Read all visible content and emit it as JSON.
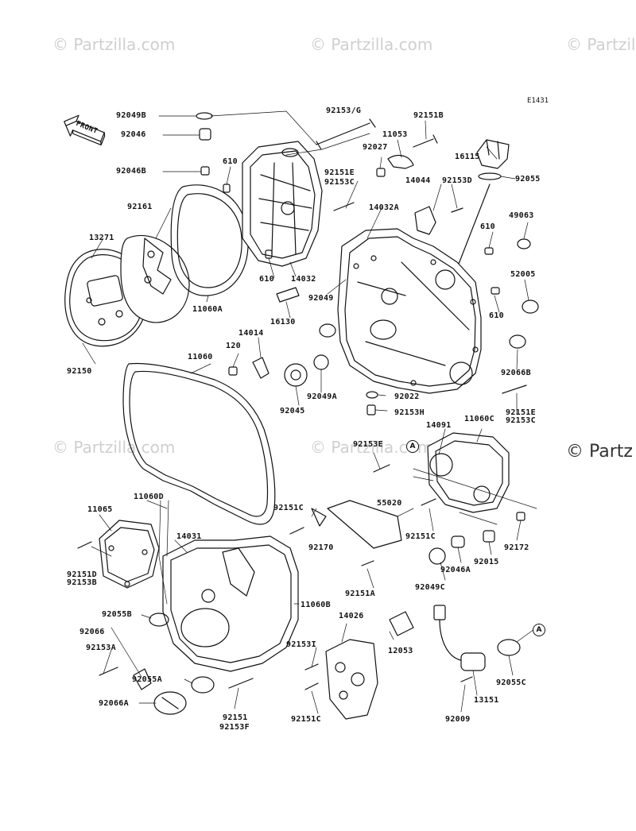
{
  "watermark": {
    "text": "© Partzilla.com",
    "text_cut": "© Partz"
  },
  "figure_code": "E1431",
  "front_arrow": "FRONT",
  "callout_letter": "A",
  "labels": {
    "p92049B": "92049B",
    "p92046": "92046",
    "p92046B": "92046B",
    "p610a": "610",
    "p92161": "92161",
    "p13271": "13271",
    "p92150": "92150",
    "p11060A": "11060A",
    "p610b": "610",
    "p14032": "14032",
    "p92153G": "92153/G",
    "p92027": "92027",
    "p11053": "11053",
    "p92151B": "92151B",
    "p16115": "16115",
    "p92055": "92055",
    "p92151E_top": "92151E",
    "p92153C_top": "92153C",
    "p14044": "14044",
    "p92153D": "92153D",
    "p14032A": "14032A",
    "p610c": "610",
    "p49063": "49063",
    "p52005": "52005",
    "p610d": "610",
    "p92066B": "92066B",
    "p92049": "92049",
    "p16130": "16130",
    "p14014": "14014",
    "p120": "120",
    "p11060": "11060",
    "p92045": "92045",
    "p92049A": "92049A",
    "p92022": "92022",
    "p92153H": "92153H",
    "p92151E_r": "92151E",
    "p92153C_r": "92153C",
    "p14091": "14091",
    "p11060C": "11060C",
    "p92153E": "92153E",
    "p55020": "55020",
    "p92151C_a": "92151C",
    "p92170": "92170",
    "p92151C_b": "92151C",
    "p92172": "92172",
    "p92015": "92015",
    "p92046A": "92046A",
    "p92049C": "92049C",
    "p92151A": "92151A",
    "p11065": "11065",
    "p11060D": "11060D",
    "p14031": "14031",
    "p11060B": "11060B",
    "p92151D": "92151D",
    "p92153B": "92153B",
    "p92055B": "92055B",
    "p92066": "92066",
    "p92153A": "92153A",
    "p92055A": "92055A",
    "p92066A": "92066A",
    "p14026": "14026",
    "p92153I": "92153I",
    "p12053": "12053",
    "p92151": "92151",
    "p92153F": "92153F",
    "p92151C_c": "92151C",
    "p92009": "92009",
    "p13151": "13151",
    "p92055C": "92055C"
  }
}
